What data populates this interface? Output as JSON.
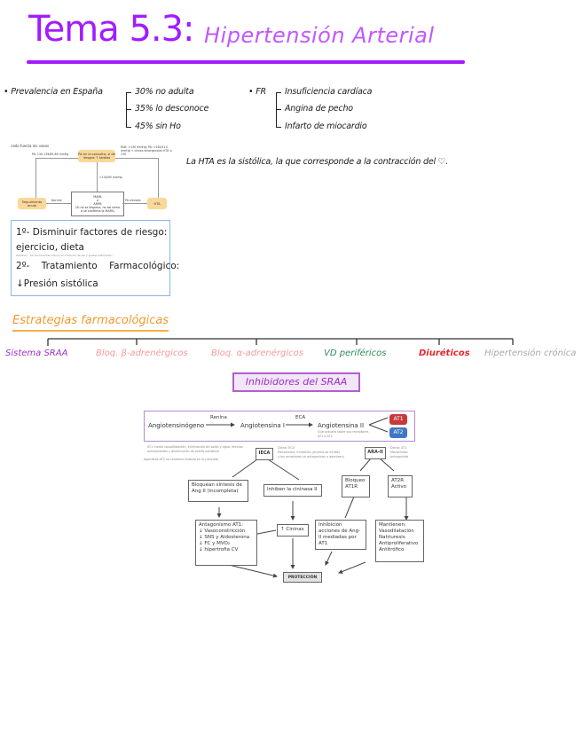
{
  "title": {
    "main": "Tema 5.3:",
    "sub": "Hipertensión Arterial"
  },
  "prevalence": {
    "label": "• Prevalencia en España",
    "items": [
      "30% no adulta",
      "35% lo desconoce",
      "45% sin Ho"
    ]
  },
  "risk_factors": {
    "label": "• FR",
    "items": [
      "Insuficiencia cardíaca",
      "Angina de pecho",
      "Infarto de miocardio"
    ]
  },
  "hta_note": "La HTA es la sistólica, la que corresponde a la contracción del ♡.",
  "flowchart": {
    "caption": "cada fuerza los vasos",
    "top_box": "PA en la consulta, ≥ de riesgos ↑ tardías",
    "left_edge_label": "PA: 130-139/85-89 mmHg",
    "right_edge_label": "PAD: >130 mmHg; PA: >160/110 mmHg → clínica emergencias HTA ≥ 130",
    "mid_edge_label": ">140/90 mmHg",
    "center_box": [
      "MAPA",
      "o",
      "AMPA",
      "(Si no se dispone, no así toma",
      "o se confirma la MAPA)"
    ],
    "left_box": "Seguimiento anual",
    "right_box": "HTA",
    "normal_label": "Normal",
    "elevated_label": "PA elevada"
  },
  "treatment_box": {
    "line1": "1º- Disminuir factores de riesgo:",
    "line2": "ejercicio, dieta",
    "small_note": "Aeróbico · Se recomienda reducir el consumo de sal y grasas saturadas...",
    "line3": "2º- Tratamiento Farmacológico:",
    "line4": "↓Presión sistólica"
  },
  "strategies": {
    "title": "Estrategias farmacológicas",
    "branches": [
      {
        "label": "Sistema SRAA",
        "color": "#9b2fc4"
      },
      {
        "label": "Bloq. β-adrenérgicos",
        "color": "#f59a9a"
      },
      {
        "label": "Bloq. α-adrenérgicos",
        "color": "#f59a9a"
      },
      {
        "label": "VD periféricos",
        "color": "#2c8c5a"
      },
      {
        "label": "Diuréticos",
        "color": "#e8262b"
      },
      {
        "label": "Hipertensión crónica",
        "color": "#a8a8a8"
      }
    ]
  },
  "sraa": {
    "badge": "Inhibidores del SRAA",
    "cascade": {
      "step1": "Angiotensinógeno",
      "enzyme1": "Renina",
      "step2": "Angiotensina I",
      "enzyme2": "ECA",
      "step3": "Angiotensina II",
      "step3_note": "Que actuará sobre sus receptores AT1 o AT2",
      "receptors": [
        {
          "label": "AT1",
          "color": "#c73a3a"
        },
        {
          "label": "AT2",
          "color": "#3f78c4"
        }
      ]
    },
    "notes_left": [
      "AT1 media vasodilatación, eliminación de sodio y agua, efectos",
      "antioxidantes y disminución de estrés oxidativo",
      "Agonistas AT2 no tenemos todavía en el mercado"
    ],
    "ieca": {
      "label": "IECA",
      "note1": "Diana: ECA",
      "note2": "Mecanismo: inhibición (enzima se inhibe)",
      "note3": "y los receptores se antagonizan o agonizan)"
    },
    "ara": {
      "label": "ARA-II",
      "note1": "Diana: AT1",
      "note2": "Mecanismo: antagonista"
    },
    "boxes": {
      "bloquean": "Bloquean síntesis de Ang II (incompleta)",
      "inhiben": "Inhiben la cininasa II",
      "bloqueo_at1r": "Bloqueo AT1R",
      "at2r": "AT2R Activo",
      "antagonismo": [
        "Antagonismo AT1:",
        "↓ Vasoconstricción",
        "↓ SNS y Aldosterona",
        "↓ FC y MVO₂",
        "↓ hipertrofia CV"
      ],
      "cininas": "↑ Cininas",
      "inhibicion": "Inhibición acciones de Ang-II mediadas por AT1",
      "mantienen": [
        "Mantienen:",
        "Vasodilatación",
        "Natriuresis",
        "Antiproliferativo",
        "Antitrófico"
      ],
      "proteccion": "PROTECCIÓN"
    }
  }
}
